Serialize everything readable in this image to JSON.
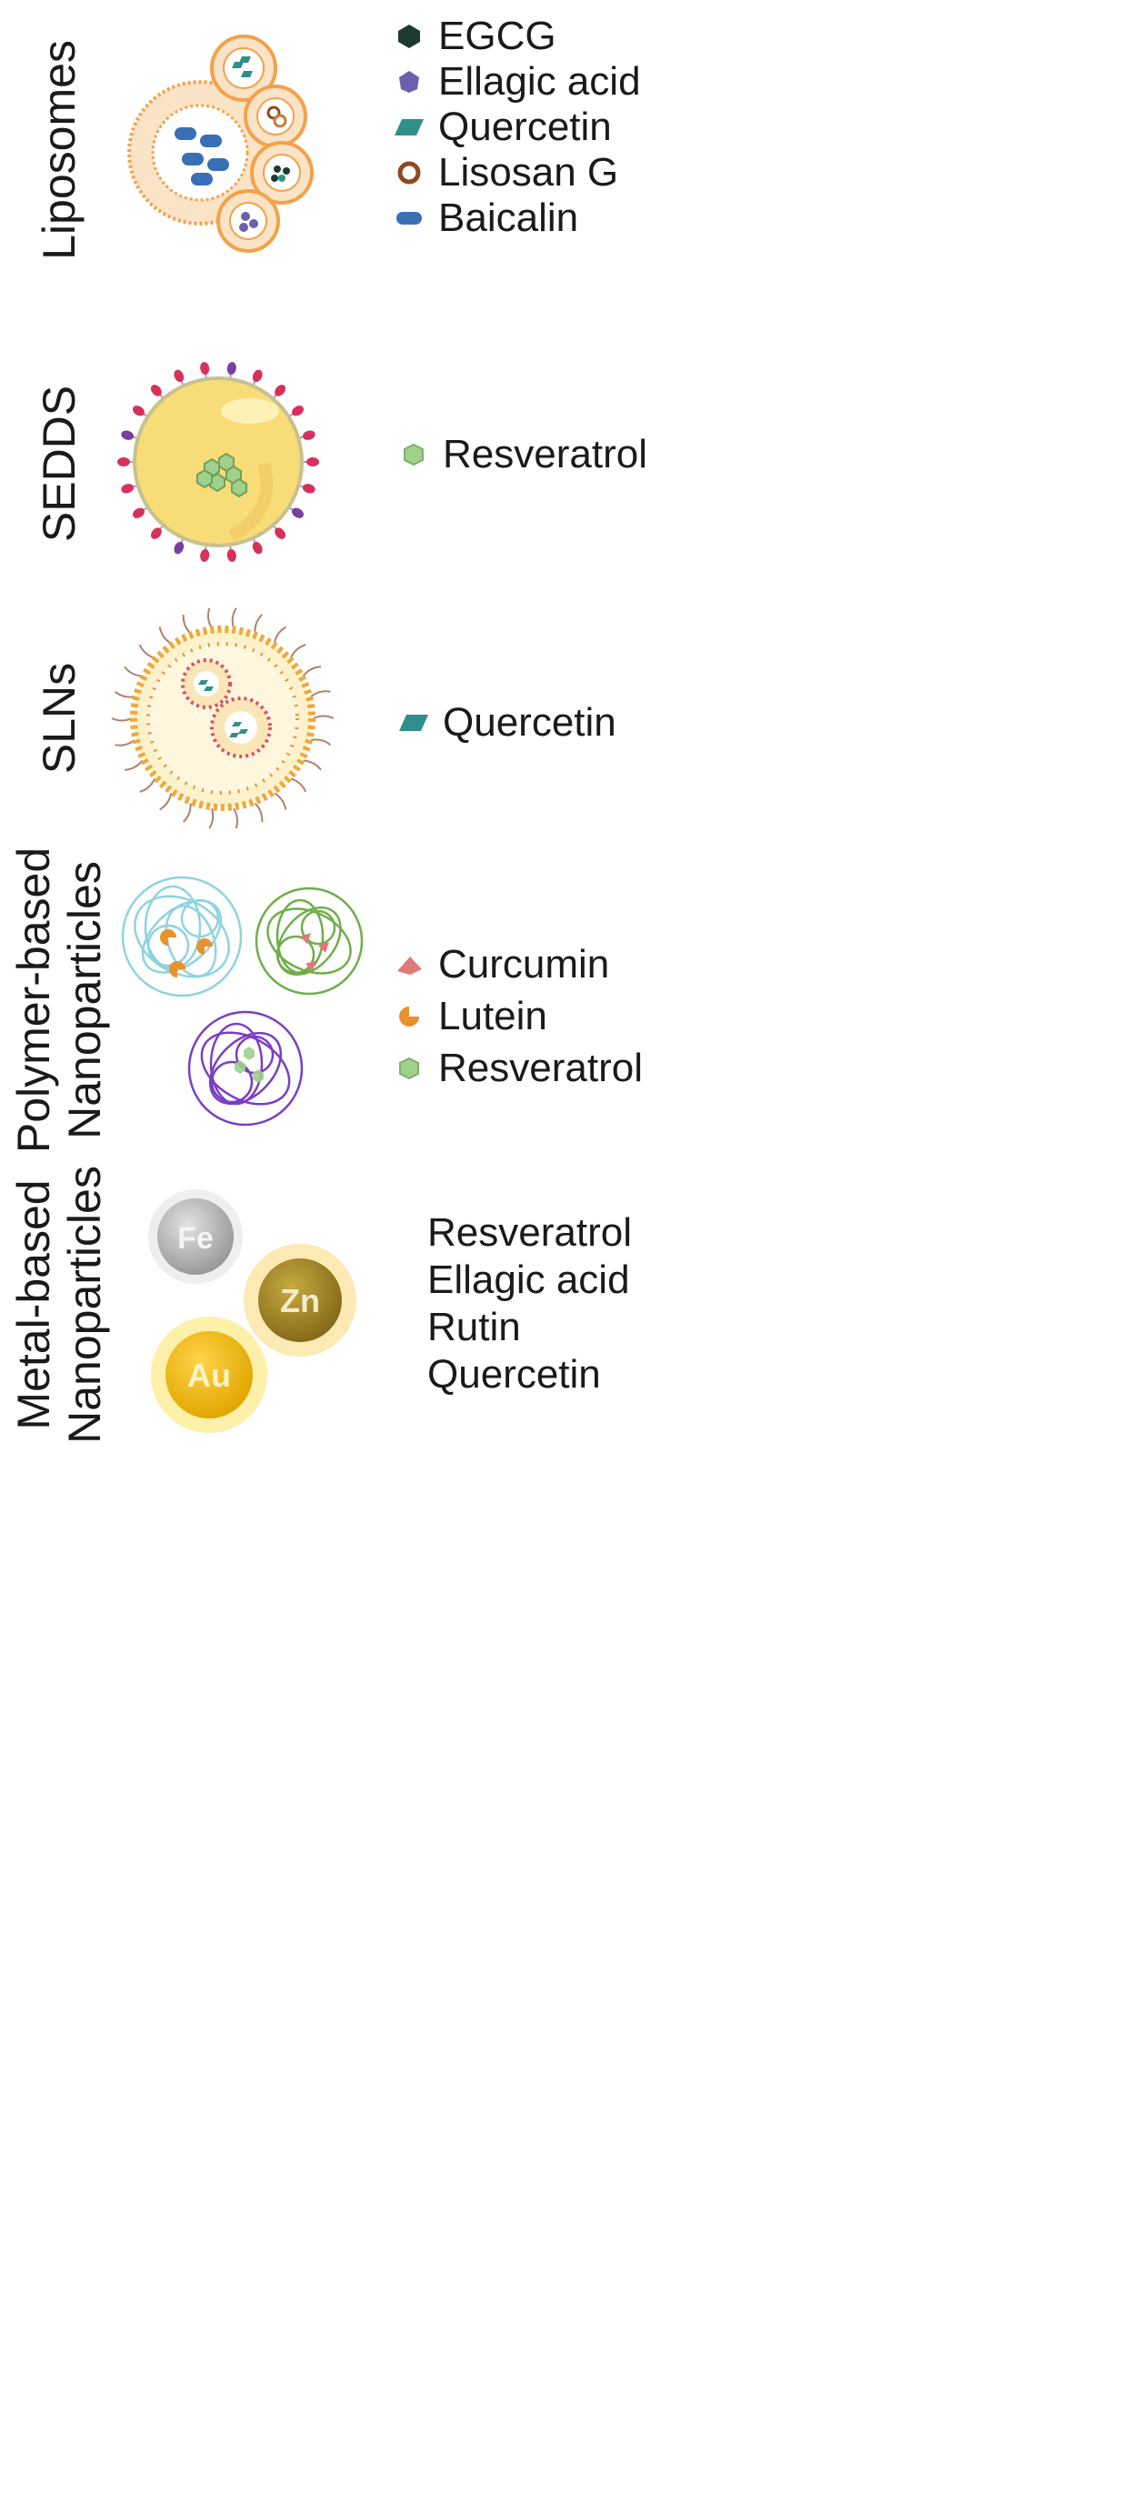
{
  "sections": [
    {
      "id": "liposomes",
      "label": [
        "Liposomes"
      ],
      "legend": [
        {
          "icon": "egcg-hexagon-icon",
          "text": "EGCG",
          "color": "#1f3a33"
        },
        {
          "icon": "ellagic-acid-icon",
          "text": "Ellagic acid",
          "color": "#6b5fae"
        },
        {
          "icon": "quercetin-parallelogram-icon",
          "text": "Quercetin",
          "color": "#2f8f8a"
        },
        {
          "icon": "lisosan-g-ring-icon",
          "text": "Lisosan G",
          "color": "#8a4b1e"
        },
        {
          "icon": "baicalin-pill-icon",
          "text": "Baicalin",
          "color": "#3a6fb5"
        }
      ]
    },
    {
      "id": "sedds",
      "label": [
        "SEDDS"
      ],
      "legend": [
        {
          "icon": "resveratrol-hexagon-icon",
          "text": "Resveratrol",
          "color": "#9fd08c"
        }
      ]
    },
    {
      "id": "slns",
      "label": [
        "SLNs"
      ],
      "legend": [
        {
          "icon": "quercetin-parallelogram-icon",
          "text": "Quercetin",
          "color": "#2f8f8a"
        }
      ]
    },
    {
      "id": "polymer",
      "label": [
        "Polymer-based",
        "Nanoparticles"
      ],
      "legend": [
        {
          "icon": "curcumin-triangle-icon",
          "text": "Curcumin",
          "color": "#e07a78"
        },
        {
          "icon": "lutein-pacman-icon",
          "text": "Lutein",
          "color": "#e8922e"
        },
        {
          "icon": "resveratrol-hexagon-icon",
          "text": "Resveratrol",
          "color": "#9fd08c"
        }
      ]
    },
    {
      "id": "metal",
      "label": [
        "Metal-based",
        "Nanoparticles"
      ],
      "metals": [
        "Fe",
        "Zn",
        "Au"
      ],
      "items": [
        "Resveratrol",
        "Ellagic acid",
        "Rutin",
        "Quercetin"
      ]
    }
  ]
}
